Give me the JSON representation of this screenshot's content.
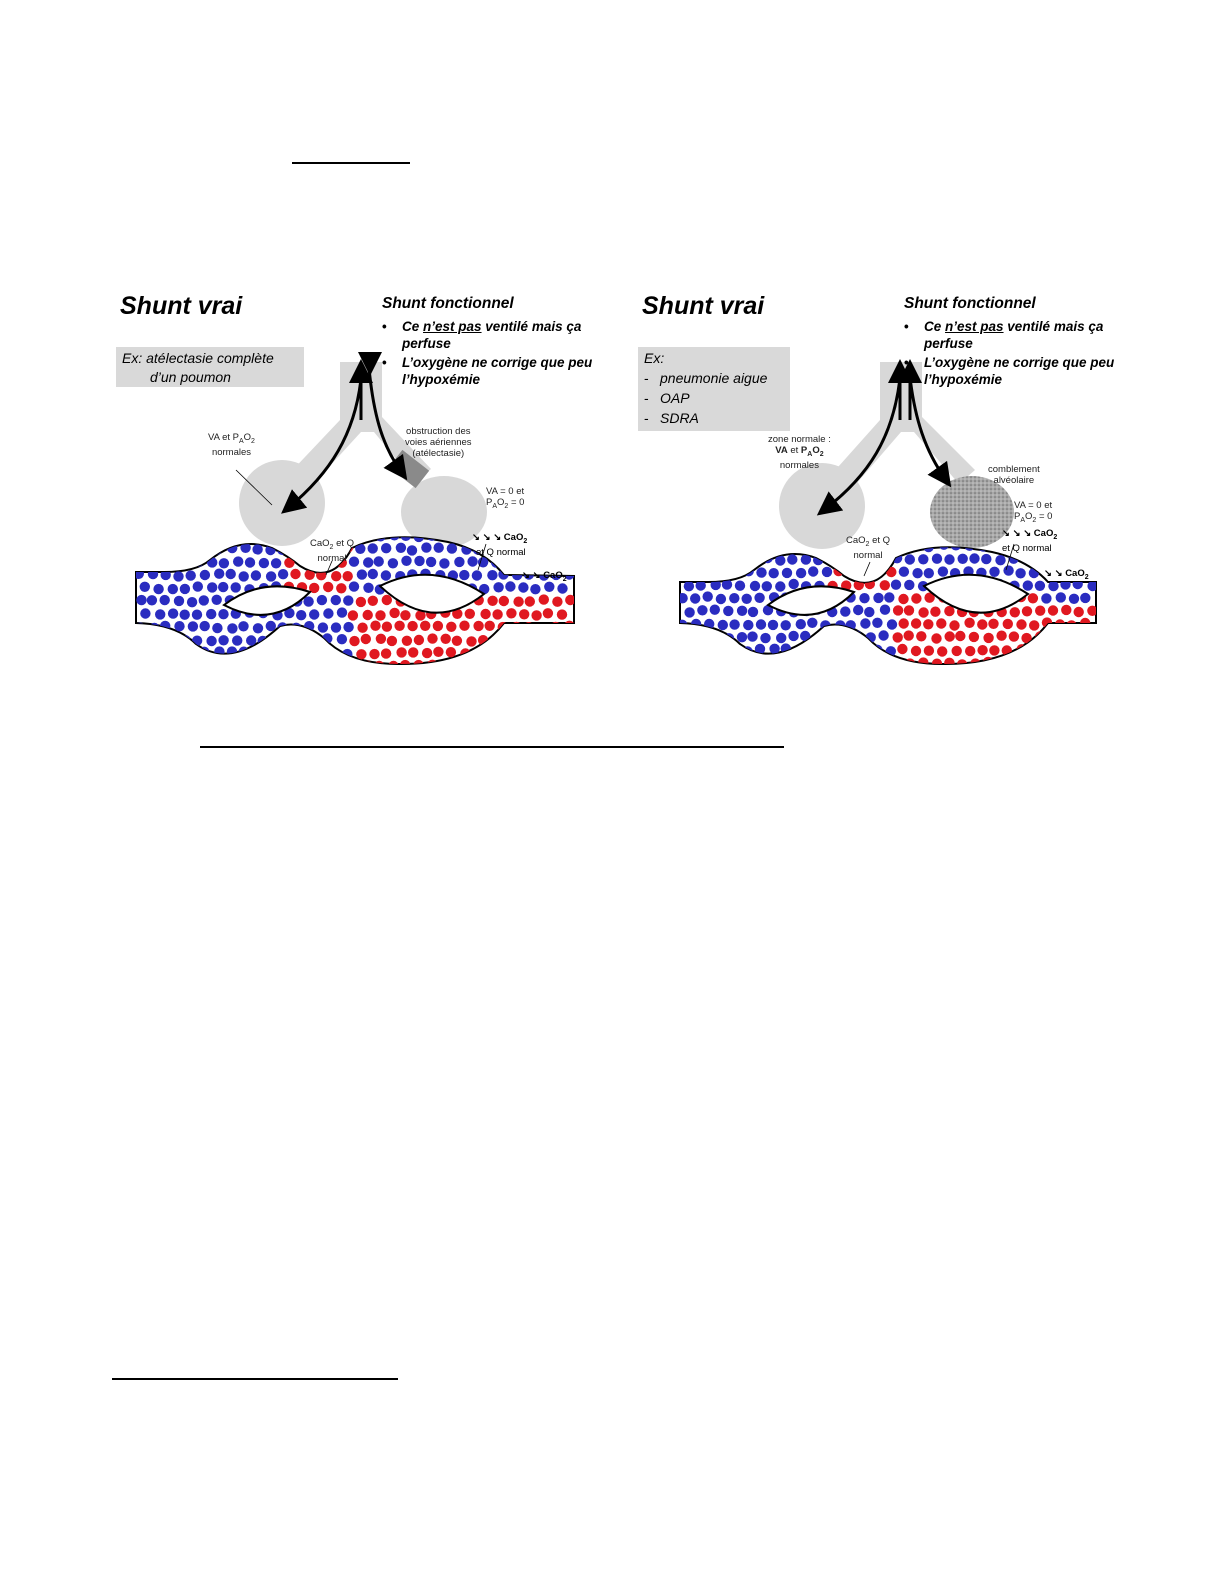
{
  "left_panel": {
    "title": "Shunt vrai",
    "functional_title": "Shunt fonctionnel",
    "bullet1_part1": "Ce ",
    "bullet1_underlined": "n’est pas",
    "bullet1_part2": " ventilé mais ça perfuse",
    "bullet2": "L’oxygène ne corrige que peu l’hypoxémie",
    "example_label": "Ex:",
    "example_line1": "atélectasie complète",
    "example_line2": "d’un poumon",
    "label_normal_alveolus": "VA et PAO2 normales",
    "label_obstruction": "obstruction des voies aériennes (atélectasie)",
    "label_va_zero": "VA = 0 et PAO2 = 0",
    "label_cao2_normal": "CaO2 et Q normal",
    "label_cao2_decreased": "↘ ↘ ↘ CaO2 et Q normal",
    "label_outflow": "↘ ↘ CaO2"
  },
  "right_panel": {
    "title": "Shunt vrai",
    "functional_title": "Shunt fonctionnel",
    "bullet1_part1": "Ce ",
    "bullet1_underlined": "n’est pas",
    "bullet1_part2": " ventilé mais ça perfuse",
    "bullet2": "L’oxygène ne corrige que peu l’hypoxémie",
    "example_label": "Ex:",
    "examples": [
      "pneumonie aigue",
      "OAP",
      "SDRA"
    ],
    "label_normal_zone": "zone normale : VA et PAO2 normales",
    "label_filling": "comblement alvéolaire",
    "label_va_zero": "VA = 0 et PAO2 = 0",
    "label_cao2_normal": "CaO2 et Q normal",
    "label_cao2_decreased": "↘ ↘ ↘ CaO2 et Q normal",
    "label_outflow": "↘ ↘ CaO2"
  },
  "colors": {
    "blue_rbc": "#2a2cc0",
    "red_rbc": "#e01820",
    "airway_gray": "#d8d8d8",
    "atelectasis_gray": "#8a8a8a",
    "box_gray": "#d9d9d9"
  }
}
